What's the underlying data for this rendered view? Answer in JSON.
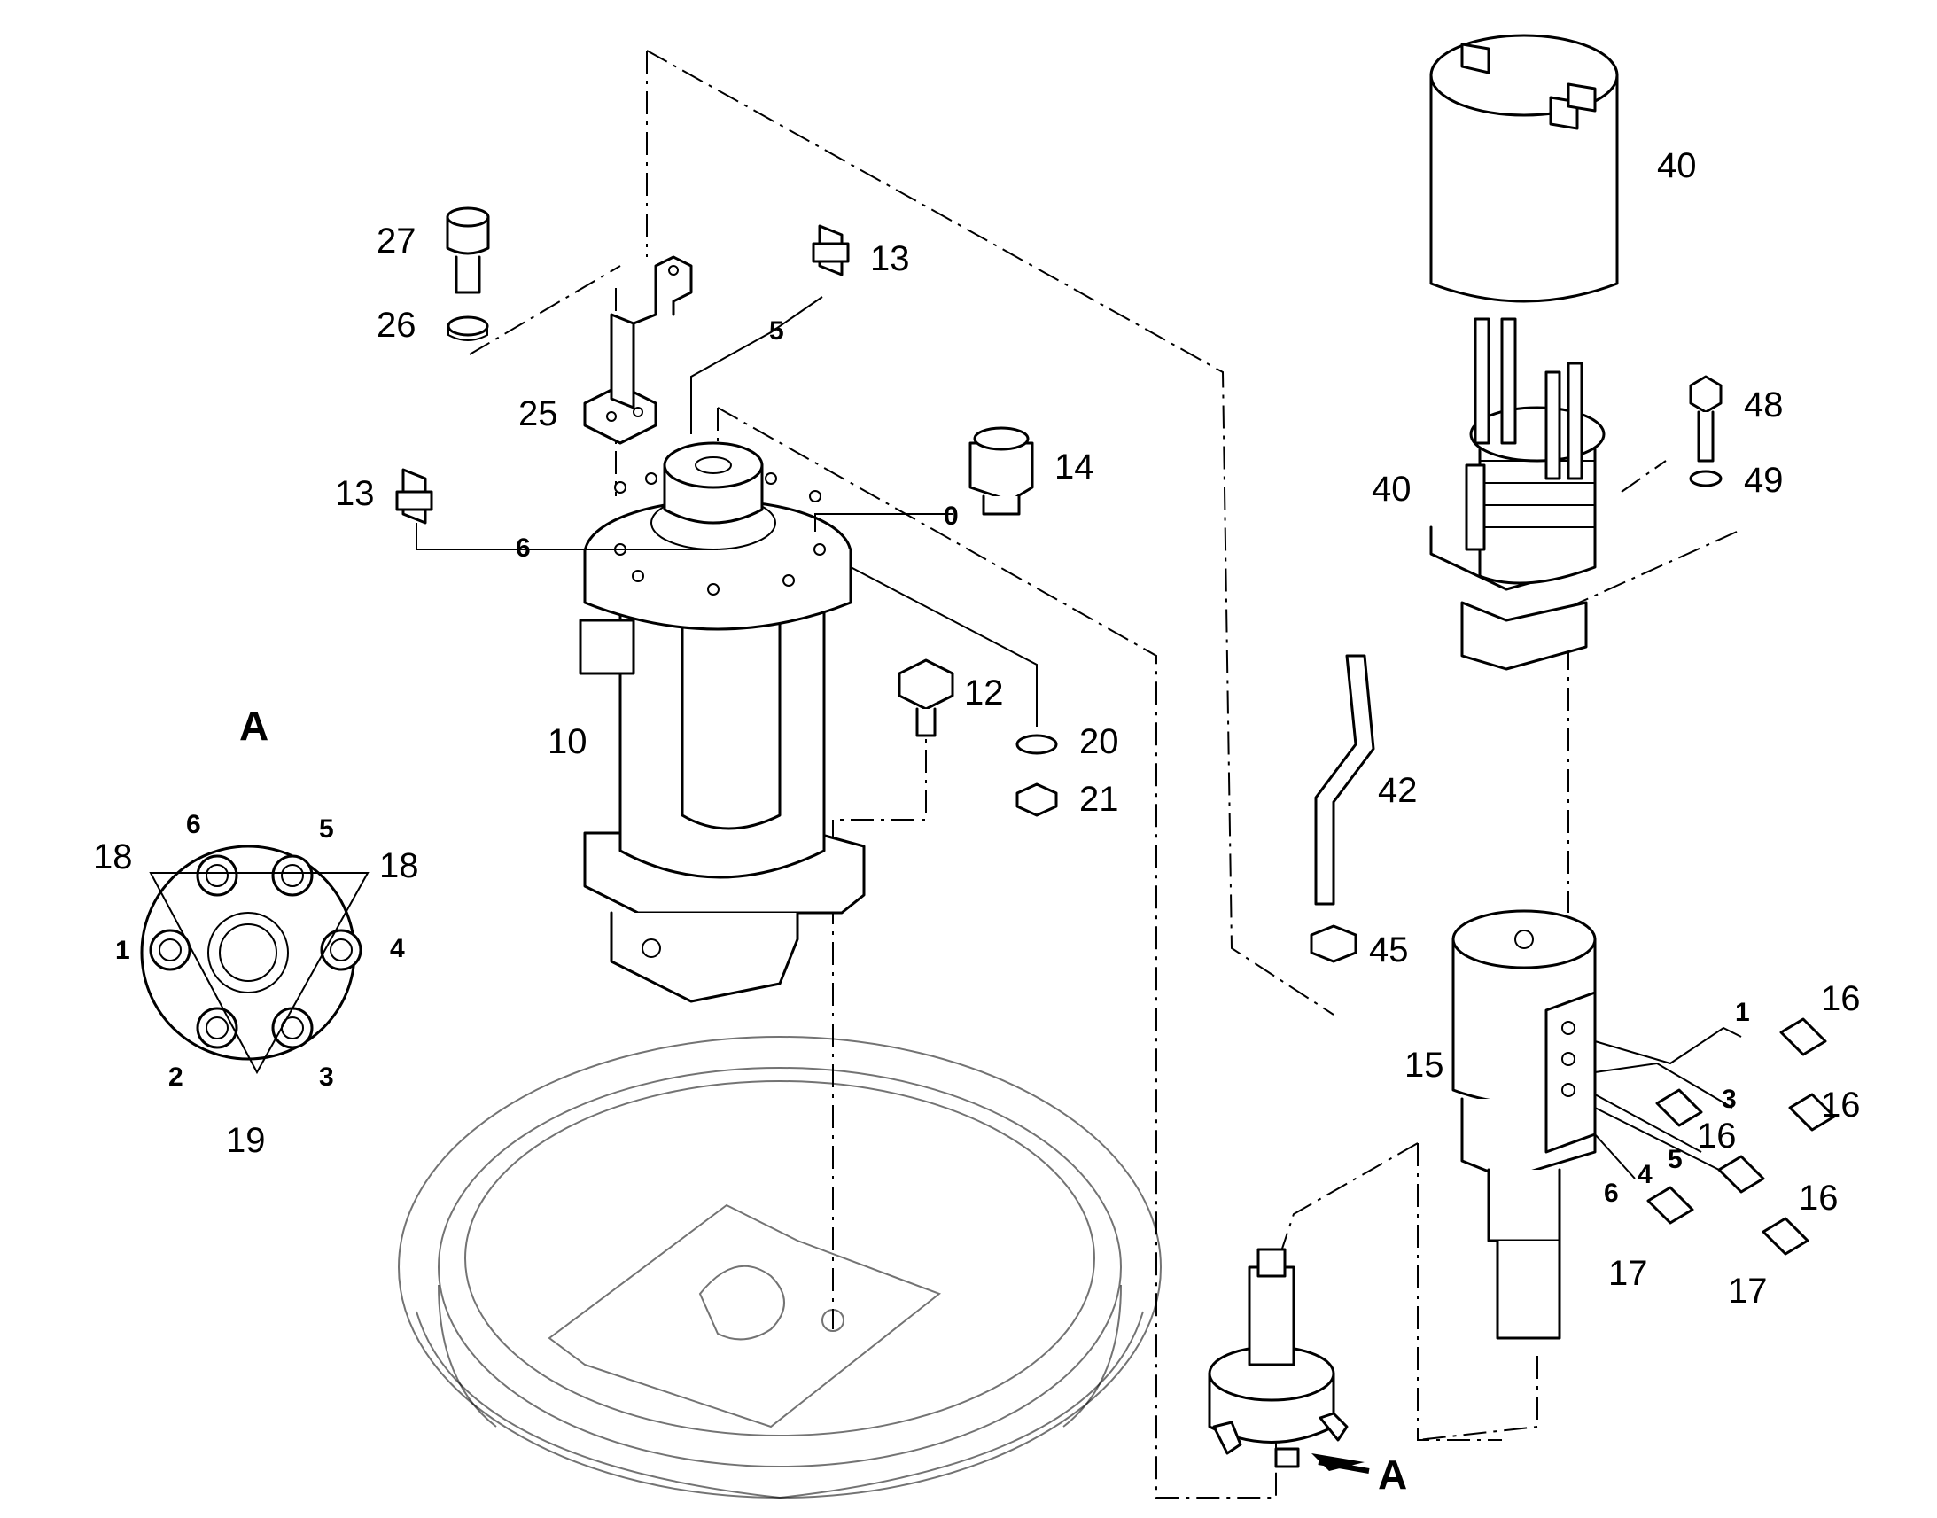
{
  "colors": {
    "line": "#000000",
    "background": "#ffffff"
  },
  "view_label": "A",
  "callouts": {
    "p10": "10",
    "p12": "12",
    "p13a": "13",
    "p13b": "13",
    "p14": "14",
    "p15": "15",
    "p16a": "16",
    "p16b": "16",
    "p16c": "16",
    "p16d": "16",
    "p17a": "17",
    "p17b": "17",
    "p18a": "18",
    "p18b": "18",
    "p19": "19",
    "p20": "20",
    "p21": "21",
    "p25": "25",
    "p26": "26",
    "p27": "27",
    "p40a": "40",
    "p40b": "40",
    "p42": "42",
    "p45": "45",
    "p48": "48",
    "p49": "49"
  },
  "port_numbers": {
    "n0": "0",
    "n5": "5",
    "n6": "6",
    "r1": "1",
    "r3": "3",
    "r4": "4",
    "r5": "5",
    "r6": "6",
    "v1": "1",
    "v2": "2",
    "v3": "3",
    "v4": "4",
    "v5": "5",
    "v6": "6"
  },
  "icons": {
    "arrow": "arrow-icon"
  }
}
